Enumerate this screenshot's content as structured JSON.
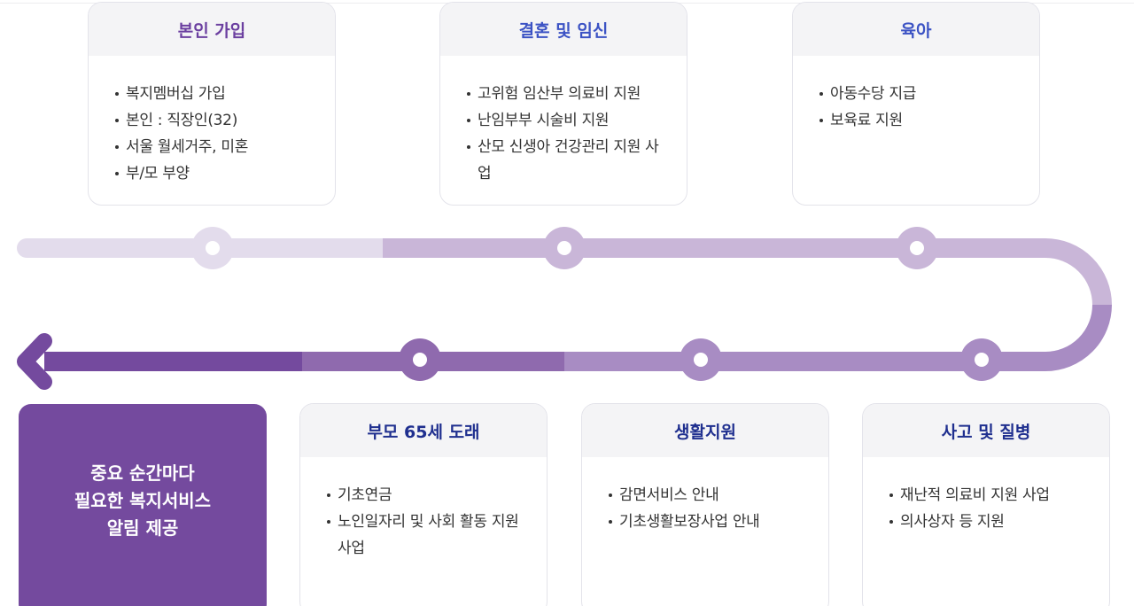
{
  "colors": {
    "track_light": "#e3dcec",
    "track_mid": "#c9b6d8",
    "track_lower": "#a88cc3",
    "track_dark": "#8f6aae",
    "track_darkest": "#744a9e",
    "title_top_1": "#6b3fa0",
    "title_top_blue": "#3b52c4",
    "title_bottom": "#1f2f8f",
    "hero_bg": "#744a9e"
  },
  "top_cards": [
    {
      "title": "본인 가입",
      "items": [
        "복지멤버십 가입",
        "본인 : 직장인(32)",
        "서울 월세거주, 미혼",
        "부/모 부양"
      ]
    },
    {
      "title": "결혼 및 임신",
      "items": [
        "고위험 임산부 의료비 지원",
        "난임부부 시술비 지원",
        "산모 신생아 건강관리 지원 사업"
      ]
    },
    {
      "title": "육아",
      "items": [
        "아동수당 지급",
        "보육료 지원"
      ]
    }
  ],
  "bottom_cards": [
    {
      "title": "부모 65세 도래",
      "items": [
        "기초연금",
        "노인일자리 및 사회 활동 지원사업"
      ]
    },
    {
      "title": "생활지원",
      "items": [
        "감면서비스 안내",
        "기초생활보장사업 안내"
      ]
    },
    {
      "title": "사고 및 질병",
      "items": [
        "재난적 의료비 지원 사업",
        "의사상자 등 지원"
      ]
    }
  ],
  "hero": {
    "text": "중요 순간마다\n필요한 복지서비스\n알림 제공"
  },
  "icons": {
    "track_arrow": "arrow-left-icon",
    "milestone": "timeline-node-icon"
  }
}
